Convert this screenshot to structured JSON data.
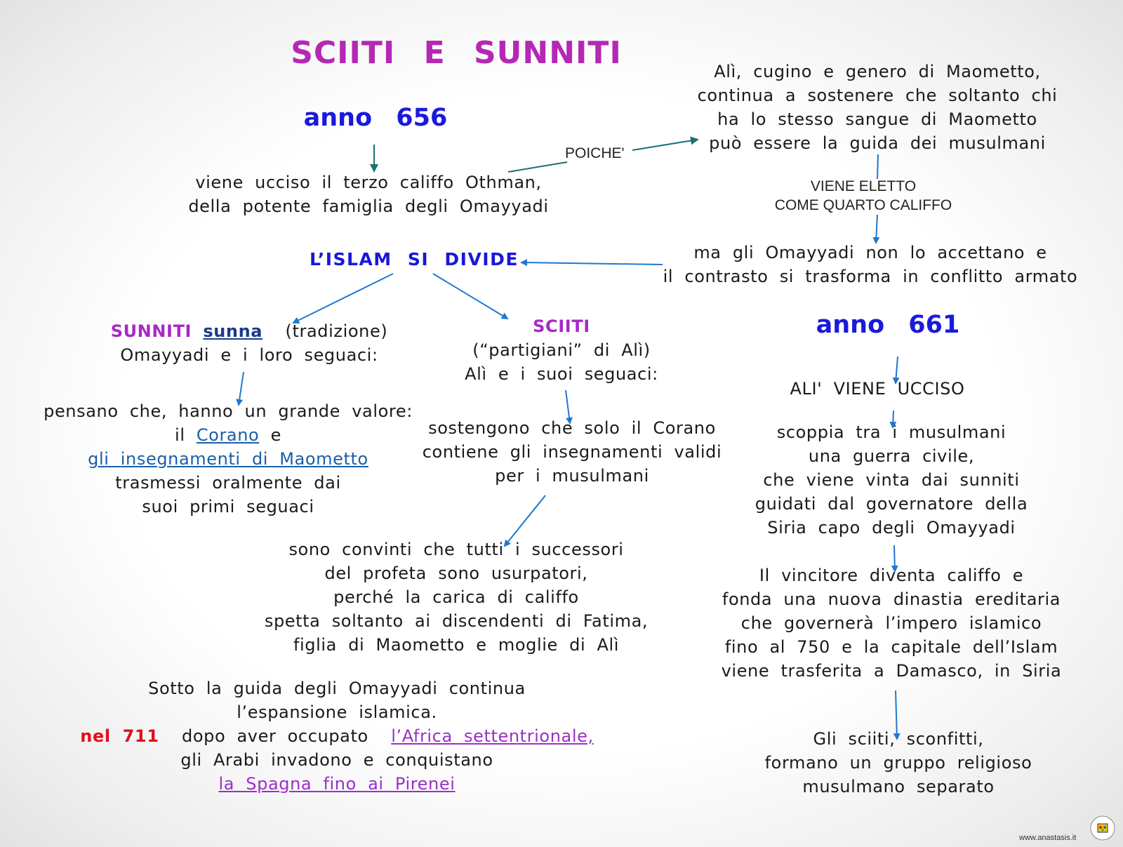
{
  "title": "SCIITI  E  SUNNITI",
  "year_656": "anno  656",
  "year_661": "anno  661",
  "othman": [
    "viene  ucciso  il terzo  califfo  Othman,",
    "della  potente  famiglia  degli  Omayyadi"
  ],
  "poiche_label": "POICHE'",
  "ali_block": [
    "Alì,  cugino  e  genero  di  Maometto,",
    "continua  a  sostenere  che  soltanto  chi",
    "ha  lo  stesso  sangue  di  Maometto",
    "può  essere  la  guida  dei  musulmani"
  ],
  "eletto_label": [
    "VIENE ELETTO",
    "COME QUARTO CALIFFO"
  ],
  "omayyadi_block": [
    "ma  gli  Omayyadi  non  lo  accettano  e",
    "il  contrasto  si  trasforma  in  conflitto  armato"
  ],
  "islam_divide": "L’ISLAM  SI  DIVIDE",
  "sunniti": {
    "name": "SUNNITI",
    "sunna": "sunna",
    "tradizione": "(tradizione)",
    "line2": "Omayyadi  e  i  loro  seguaci:",
    "pensano": "pensano  che,  hanno  un  grande  valore:",
    "il": "il",
    "corano": "Corano",
    "e": "e",
    "insegnamenti": [
      "gli ",
      "insegnamenti ",
      "di ",
      "Maometto"
    ],
    "trasmessi": [
      "trasmessi  oralmente  dai",
      "suoi  primi  seguaci"
    ]
  },
  "sciiti": {
    "name": "SCIITI",
    "lines": [
      "(“partigiani”  di  Alì)",
      "Alì  e  i  suoi  seguaci:"
    ],
    "sostengono": [
      "sostengono  che  solo  il  Corano",
      "contiene  gli  insegnamenti  validi",
      "per  i  musulmani"
    ]
  },
  "convinti": [
    "sono  convinti  che  tutti  i  successori",
    "del  profeta  sono  usurpatori,",
    "perché  la  carica  di  califfo",
    "spetta  soltanto  ai  discendenti  di  Fatima,",
    "figlia  di  Maometto  e  moglie  di  Alì"
  ],
  "espansione": {
    "line1": "Sotto  la  guida  degli  Omayyadi  continua",
    "line2": "l’espansione   islamica.",
    "nel711": "nel  711",
    "dopo": "dopo  aver  occupato",
    "africa": "l’Africa ",
    "settentrionale": "settentrionale,",
    "line4": "gli  Arabi  invadono  e  conquistano",
    "spagna": [
      "la ",
      "Spagna ",
      "fino ",
      "ai ",
      "Pirenei"
    ]
  },
  "ali_ucciso": "ALI'  VIENE  UCCISO",
  "guerra": [
    "scoppia  tra  i  musulmani",
    "una  guerra  civile,",
    "che  viene  vinta  dai  sunniti",
    "guidati  dal  governatore  della",
    "Siria  capo  degli  Omayyadi"
  ],
  "vincitore": [
    "Il  vincitore  diventa  califfo  e",
    "fonda  una  nuova  dinastia  ereditaria",
    "che   governerà  l’impero  islamico",
    "fino  al  750  e  la  capitale  dell’Islam",
    "viene  trasferita  a  Damasco,  in  Siria"
  ],
  "sciiti_sconfitti": [
    "Gli  sciiti,  sconfitti,",
    "formano  un  gruppo  religioso",
    "musulmano  separato"
  ],
  "footer": "www.anastasis.it",
  "colors": {
    "title": "#b428b4",
    "year": "#1a1adc",
    "arrow": "#1e78d2",
    "arrow_teal": "#1a7070",
    "red": "#e0101a"
  }
}
